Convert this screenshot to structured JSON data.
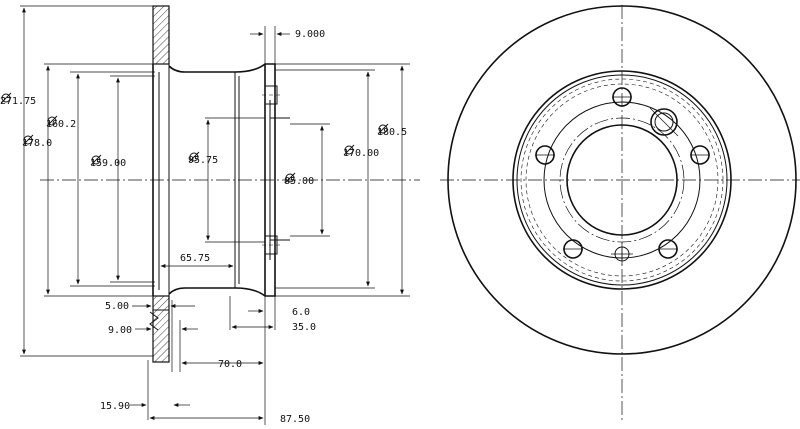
{
  "dimensions": {
    "d_271_75": "271.75",
    "d_160_2": "160.2",
    "d_178_0": "178.0",
    "d_159_00": "159.00",
    "d_95_75": "95.75",
    "d_85_00": "85.00",
    "d_170_00": "170.00",
    "d_180_5": "180.5",
    "d_9_000": "9.000",
    "d_65_75": "65.75",
    "d_5_00": "5.00",
    "d_9_00": "9.00",
    "d_6_0": "6.0",
    "d_35_0": "35.0",
    "d_70_0": "70.0",
    "d_15_90": "15.90",
    "d_87_50": "87.50"
  },
  "colors": {
    "ink": "#111111",
    "paper": "#ffffff"
  }
}
